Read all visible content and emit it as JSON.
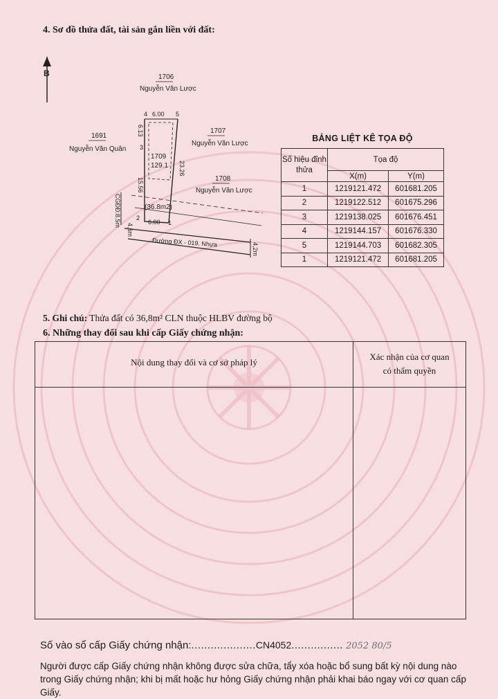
{
  "section4": {
    "title": "4. Sơ đồ thửa đất, tài sản gắn liền với đất:"
  },
  "compass": {
    "letter": "B"
  },
  "plan": {
    "parcel_id": "1709",
    "parcel_area": "129.1",
    "hlbv_area": "(36.8m2)",
    "neighbors": [
      {
        "id": "1706",
        "owner": "Nguyễn Văn Lược"
      },
      {
        "id": "1707",
        "owner": "Nguyễn Văn Lược"
      },
      {
        "id": "1708",
        "owner": "Nguyễn Văn Lược"
      },
      {
        "id": "1691",
        "owner": "Nguyễn Văn Quân"
      }
    ],
    "dims": {
      "top": "6.00",
      "bottom": "6.00",
      "right": "23.26",
      "left_upper": "6.13",
      "left_lower": "15.56",
      "cgdd": "CGĐĐ:8.5m",
      "road_left": "4,6m",
      "road_right": "4,2m"
    },
    "vertices": [
      "1",
      "2",
      "3",
      "4",
      "5"
    ],
    "road": "Đường ĐX - 019. Nhựa"
  },
  "coords_table": {
    "title": "BẢNG LIỆT KÊ TỌA ĐỘ",
    "head_point": "Số hiệu đỉnh thửa",
    "head_coord": "Tọa độ",
    "head_x": "X(m)",
    "head_y": "Y(m)",
    "rows": [
      {
        "p": "1",
        "x": "1219121.472",
        "y": "601681.205"
      },
      {
        "p": "2",
        "x": "1219122.512",
        "y": "601675.296"
      },
      {
        "p": "3",
        "x": "1219138.025",
        "y": "601676.451"
      },
      {
        "p": "4",
        "x": "1219144.157",
        "y": "601676.330"
      },
      {
        "p": "5",
        "x": "1219144.703",
        "y": "601682.305"
      },
      {
        "p": "1",
        "x": "1219121.472",
        "y": "601681.205"
      }
    ]
  },
  "section5": {
    "label": "5. Ghi chú:",
    "text": "Thửa đất có 36,8m² CLN thuộc HLBV đường bộ"
  },
  "section6": {
    "title": "6. Những thay đổi sau khi cấp Giấy chứng nhận:",
    "col1": "Nội dung thay đổi và cơ sở pháp lý",
    "col2_line1": "Xác nhận của cơ quan",
    "col2_line2": "có thẩm quyền"
  },
  "registry": {
    "label": "Số vào sổ cấp Giấy chứng nhận:",
    "dots_before": "....................",
    "value": "CN4052",
    "dots_after": "................",
    "handwritten": "2052   80/5"
  },
  "warning": "Người được cấp Giấy chứng nhận không được sửa chữa, tẩy xóa hoặc bổ sung bất kỳ nội dung nào trong Giấy chứng nhận; khi bị mất hoặc hư hỏng Giấy chứng nhận phải khai báo ngay với cơ quan cấp Giấy.",
  "colors": {
    "paper": "#f7dfe1",
    "drum": "#eab9bf"
  }
}
